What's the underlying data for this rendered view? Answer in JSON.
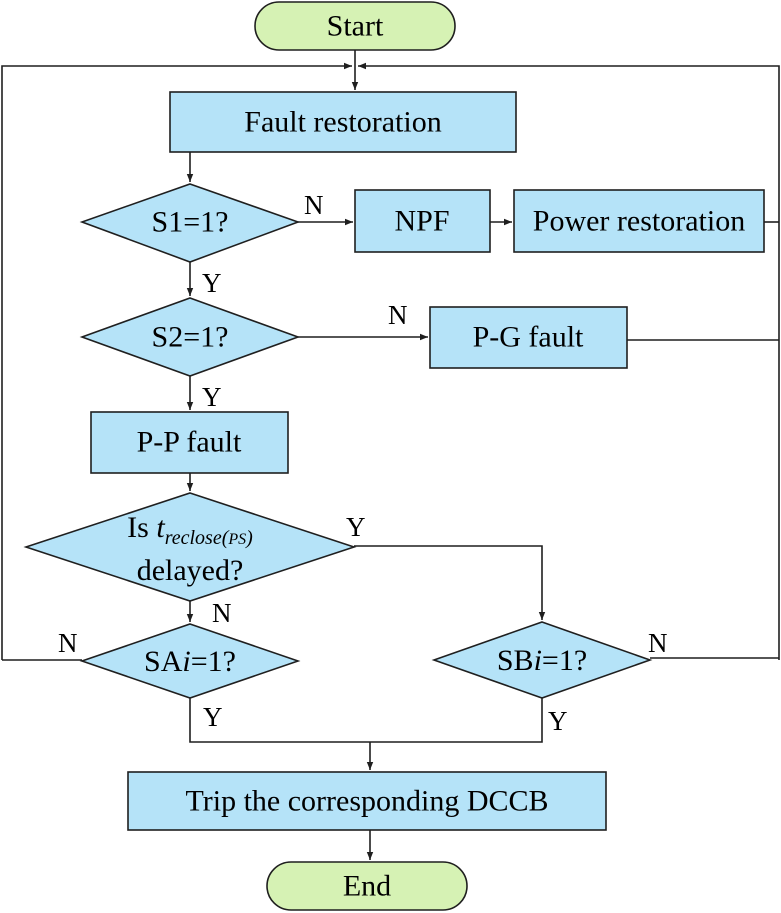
{
  "nodes": {
    "start": "Start",
    "fault_restoration": "Fault restoration",
    "s1": "S1=1?",
    "npf": "NPF",
    "power_restoration": "Power restoration",
    "s2": "S2=1?",
    "pg_fault": "P-G fault",
    "pp_fault": "P-P fault",
    "reclose_line1_prefix": "Is ",
    "reclose_t": "t",
    "reclose_sub_a": "reclose(",
    "reclose_sub_ps": "PS",
    "reclose_sub_b": ")",
    "reclose_line2": "delayed?",
    "sai_a": "SA",
    "sai_i": "i",
    "sai_b": "=1?",
    "sbi_a": "SB",
    "sbi_i": "i",
    "sbi_b": "=1?",
    "trip": "Trip the corresponding DCCB",
    "end": "End"
  },
  "labels": {
    "s1_no": "N",
    "s1_yes": "Y",
    "s2_no": "N",
    "s2_yes": "Y",
    "reclose_yes": "Y",
    "reclose_no": "N",
    "sai_no": "N",
    "sai_yes": "Y",
    "sbi_no": "N",
    "sbi_yes": "Y"
  },
  "colors": {
    "process_fill": "#b5e3f8",
    "terminal_fill": "#d6f2b4",
    "stroke": "#1f1f1f"
  }
}
